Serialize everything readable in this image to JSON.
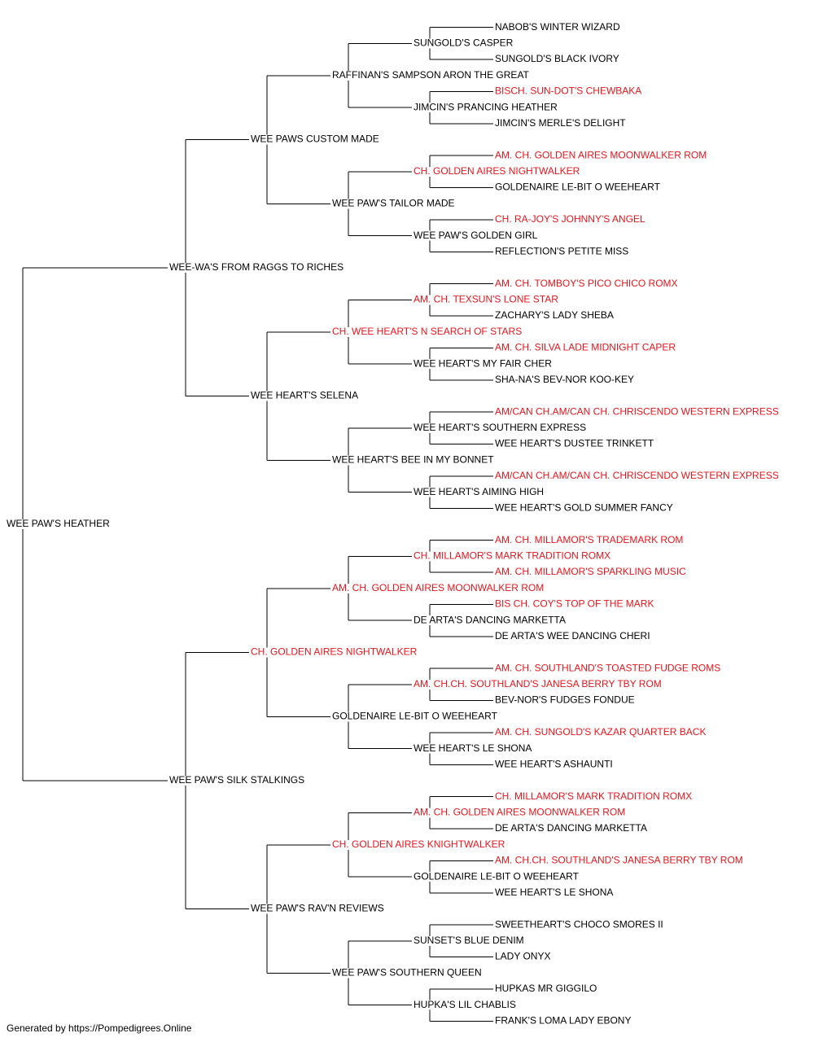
{
  "footer": "Generated by https://Pompedigrees.Online",
  "colors": {
    "text": "#000000",
    "champion": "#e8141b",
    "line": "#000000"
  },
  "pedigree": {
    "name": "WEE PAW'S HEATHER",
    "champion": false,
    "sire": {
      "name": "WEE-WA'S FROM RAGGS TO RICHES",
      "champion": false,
      "sire": {
        "name": "WEE PAWS CUSTOM MADE",
        "champion": false,
        "sire": {
          "name": "RAFFINAN'S SAMPSON ARON THE GREAT",
          "champion": false,
          "sire": {
            "name": "SUNGOLD'S CASPER",
            "champion": false,
            "sire": {
              "name": "NABOB'S WINTER WIZARD",
              "champion": false
            },
            "dam": {
              "name": "SUNGOLD'S BLACK IVORY",
              "champion": false
            }
          },
          "dam": {
            "name": "JIMCIN'S PRANCING HEATHER",
            "champion": false,
            "sire": {
              "name": "BISCH. SUN-DOT'S CHEWBAKA",
              "champion": true
            },
            "dam": {
              "name": "JIMCIN'S MERLE'S DELIGHT",
              "champion": false
            }
          }
        },
        "dam": {
          "name": "WEE PAW'S TAILOR MADE",
          "champion": false,
          "sire": {
            "name": "CH. GOLDEN AIRES NIGHTWALKER",
            "champion": true,
            "sire": {
              "name": "AM. CH. GOLDEN AIRES MOONWALKER ROM",
              "champion": true
            },
            "dam": {
              "name": "GOLDENAIRE LE-BIT O WEEHEART",
              "champion": false
            }
          },
          "dam": {
            "name": "WEE PAW'S GOLDEN GIRL",
            "champion": false,
            "sire": {
              "name": "CH. RA-JOY'S JOHNNY'S ANGEL",
              "champion": true
            },
            "dam": {
              "name": "REFLECTION'S PETITE MISS",
              "champion": false
            }
          }
        }
      },
      "dam": {
        "name": "WEE HEART'S SELENA",
        "champion": false,
        "sire": {
          "name": "CH. WEE HEART'S N SEARCH OF STARS",
          "champion": true,
          "sire": {
            "name": "AM. CH. TEXSUN'S LONE STAR",
            "champion": true,
            "sire": {
              "name": "AM. CH. TOMBOY'S PICO CHICO ROMX",
              "champion": true
            },
            "dam": {
              "name": "ZACHARY'S LADY SHEBA",
              "champion": false
            }
          },
          "dam": {
            "name": "WEE HEART'S MY FAIR CHER",
            "champion": false,
            "sire": {
              "name": "AM. CH. SILVA LADE MIDNIGHT CAPER",
              "champion": true
            },
            "dam": {
              "name": "SHA-NA'S BEV-NOR KOO-KEY",
              "champion": false
            }
          }
        },
        "dam": {
          "name": "WEE HEART'S BEE IN MY BONNET",
          "champion": false,
          "sire": {
            "name": "WEE HEART'S SOUTHERN EXPRESS",
            "champion": false,
            "sire": {
              "name": "AM/CAN CH.AM/CAN CH. CHRISCENDO WESTERN EXPRESS",
              "champion": true
            },
            "dam": {
              "name": "WEE HEART'S DUSTEE TRINKETT",
              "champion": false
            }
          },
          "dam": {
            "name": "WEE HEART'S AIMING HIGH",
            "champion": false,
            "sire": {
              "name": "AM/CAN CH.AM/CAN CH. CHRISCENDO WESTERN EXPRESS",
              "champion": true
            },
            "dam": {
              "name": "WEE HEART'S GOLD SUMMER FANCY",
              "champion": false
            }
          }
        }
      }
    },
    "dam": {
      "name": "WEE PAW'S SILK STALKINGS",
      "champion": false,
      "sire": {
        "name": "CH. GOLDEN AIRES NIGHTWALKER",
        "champion": true,
        "sire": {
          "name": "AM. CH. GOLDEN AIRES MOONWALKER ROM",
          "champion": true,
          "sire": {
            "name": "CH. MILLAMOR'S MARK TRADITION ROMX",
            "champion": true,
            "sire": {
              "name": "AM. CH. MILLAMOR'S TRADEMARK ROM",
              "champion": true
            },
            "dam": {
              "name": "AM. CH. MILLAMOR'S SPARKLING MUSIC",
              "champion": true
            }
          },
          "dam": {
            "name": "DE ARTA'S DANCING MARKETTA",
            "champion": false,
            "sire": {
              "name": "BIS CH. COY'S TOP OF THE MARK",
              "champion": true
            },
            "dam": {
              "name": "DE ARTA'S WEE DANCING CHERI",
              "champion": false
            }
          }
        },
        "dam": {
          "name": "GOLDENAIRE LE-BIT O WEEHEART",
          "champion": false,
          "sire": {
            "name": "AM. CH.CH. SOUTHLAND'S JANESA BERRY TBY ROM",
            "champion": true,
            "sire": {
              "name": "AM. CH. SOUTHLAND'S TOASTED FUDGE ROMS",
              "champion": true
            },
            "dam": {
              "name": "BEV-NOR'S FUDGES FONDUE",
              "champion": false
            }
          },
          "dam": {
            "name": "WEE HEART'S LE SHONA",
            "champion": false,
            "sire": {
              "name": "AM. CH. SUNGOLD'S KAZAR QUARTER BACK",
              "champion": true
            },
            "dam": {
              "name": "WEE HEART'S ASHAUNTI",
              "champion": false
            }
          }
        }
      },
      "dam": {
        "name": "WEE PAW'S RAV'N REVIEWS",
        "champion": false,
        "sire": {
          "name": "CH. GOLDEN AIRES KNIGHTWALKER",
          "champion": true,
          "sire": {
            "name": "AM. CH. GOLDEN AIRES MOONWALKER ROM",
            "champion": true,
            "sire": {
              "name": "CH. MILLAMOR'S MARK TRADITION ROMX",
              "champion": true
            },
            "dam": {
              "name": "DE ARTA'S DANCING MARKETTA",
              "champion": false
            }
          },
          "dam": {
            "name": "GOLDENAIRE LE-BIT O WEEHEART",
            "champion": false,
            "sire": {
              "name": "AM. CH.CH. SOUTHLAND'S JANESA BERRY TBY ROM",
              "champion": true
            },
            "dam": {
              "name": "WEE HEART'S LE SHONA",
              "champion": false
            }
          }
        },
        "dam": {
          "name": "WEE PAW'S SOUTHERN QUEEN",
          "champion": false,
          "sire": {
            "name": "SUNSET'S BLUE DENIM",
            "champion": false,
            "sire": {
              "name": "SWEETHEART'S CHOCO SMORES II",
              "champion": false
            },
            "dam": {
              "name": "LADY ONYX",
              "champion": false
            }
          },
          "dam": {
            "name": "HUPKA'S LIL CHABLIS",
            "champion": false,
            "sire": {
              "name": "HUPKAS MR GIGGILO",
              "champion": false
            },
            "dam": {
              "name": "FRANK'S LOMA LADY EBONY",
              "champion": false
            }
          }
        }
      }
    }
  }
}
